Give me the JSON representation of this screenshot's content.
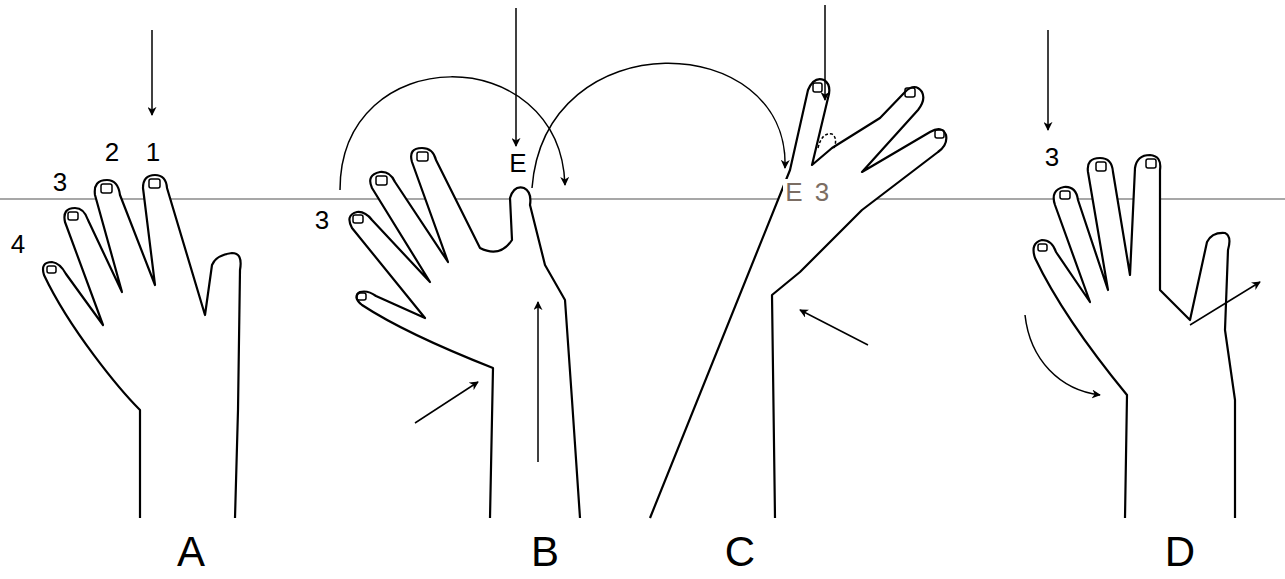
{
  "diagram": {
    "labels": [
      "4",
      "3",
      "2",
      "1",
      "3",
      "E",
      "E",
      "3",
      "3",
      "A",
      "B",
      "C",
      "D"
    ]
  }
}
